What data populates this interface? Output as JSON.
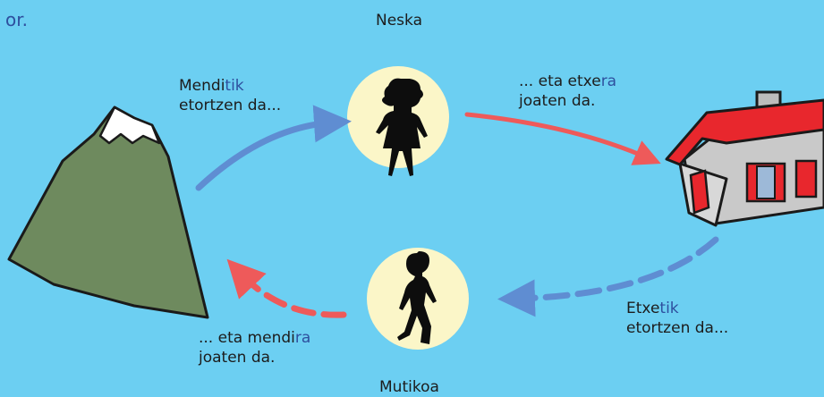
{
  "corner_text": "or.",
  "girl_label": "Neska",
  "boy_label": "Mutikoa",
  "mountain_out": {
    "pre": "Mendi",
    "suffix": "tik",
    "line2": "etortzen da..."
  },
  "to_house": {
    "pre": "... eta etxe",
    "suffix": "ra",
    "line2": "joaten da."
  },
  "house_out": {
    "pre": "Etxe",
    "suffix": "tik",
    "line2": "etortzen da..."
  },
  "to_mountain": {
    "pre": "... eta mendi",
    "suffix": "ra",
    "line2": "joaten da."
  },
  "colors": {
    "background": "#6ccff2",
    "blue_arrow": "#5f8dd2",
    "red_arrow": "#ee5a5a",
    "circle": "#fbf6c8",
    "mountain": "#6e8a5e",
    "roof": "#e8272d",
    "house_wall": "#c9c9c9"
  },
  "icons": [
    "mountain-icon",
    "house-icon",
    "girl-silhouette-icon",
    "boy-silhouette-icon"
  ]
}
